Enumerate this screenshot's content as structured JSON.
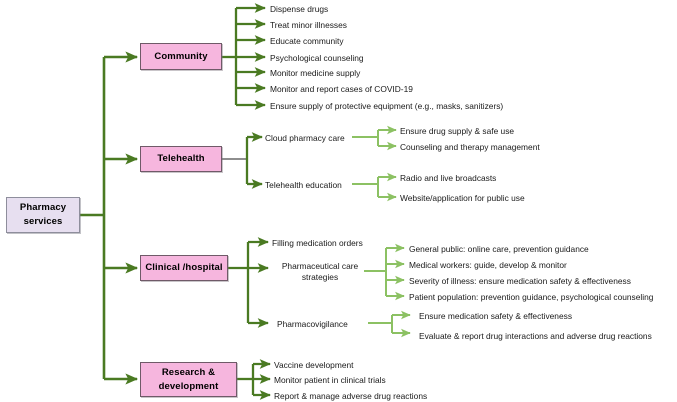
{
  "diagram": {
    "title": "Pharmacy services",
    "colors": {
      "root_fill": "#e7dff0",
      "root_border": "#8e8e9c",
      "category_fill": "#f6b6de",
      "category_border": "#6f5a68",
      "primary_connector": "#4a7a22",
      "secondary_connector": "#8cc163",
      "text": "#1a1a1a"
    },
    "root": {
      "label": "Pharmacy\nservices",
      "line1": "Pharmacy",
      "line2": "services"
    },
    "categories": [
      {
        "id": "community",
        "label": "Community",
        "leaves": [
          "Dispense  drugs",
          "Treat minor illnesses",
          "Educate community",
          "Psychological counseling",
          "Monitor medicine supply",
          "Monitor and report cases of COVID-19",
          "Ensure supply of  protective equipment (e.g., masks, sanitizers)"
        ]
      },
      {
        "id": "telehealth",
        "label": "Telehealth",
        "subgroups": [
          {
            "label": "Cloud pharmacy care",
            "leaves": [
              "Ensure drug supply &  safe use",
              "Counseling and therapy management"
            ]
          },
          {
            "label": "Telehealth education",
            "leaves": [
              "Radio and live broadcasts",
              "Website/application for public use"
            ]
          }
        ]
      },
      {
        "id": "clinical",
        "label": "Clinical /hospital",
        "subgroups": [
          {
            "label": "Filling medication orders",
            "leaves": []
          },
          {
            "label": "Pharmaceutical care strategies",
            "line1": "Pharmaceutical care",
            "line2": "strategies",
            "leaves": [
              "General public: online care, prevention guidance",
              "Medical workers: guide, develop & monitor",
              "Severity of illness: ensure medication safety & effectiveness",
              "Patient population: prevention guidance, psychological counseling"
            ]
          },
          {
            "label": "Pharmacovigilance",
            "leaves": [
              "Ensure medication safety & effectiveness",
              "Evaluate & report drug interactions and adverse drug reactions"
            ]
          }
        ]
      },
      {
        "id": "research",
        "label": "Research & development",
        "line1": "Research &",
        "line2": "development",
        "leaves": [
          "Vaccine development",
          "Monitor patient in clinical trials",
          "Report & manage adverse drug reactions"
        ]
      }
    ]
  }
}
